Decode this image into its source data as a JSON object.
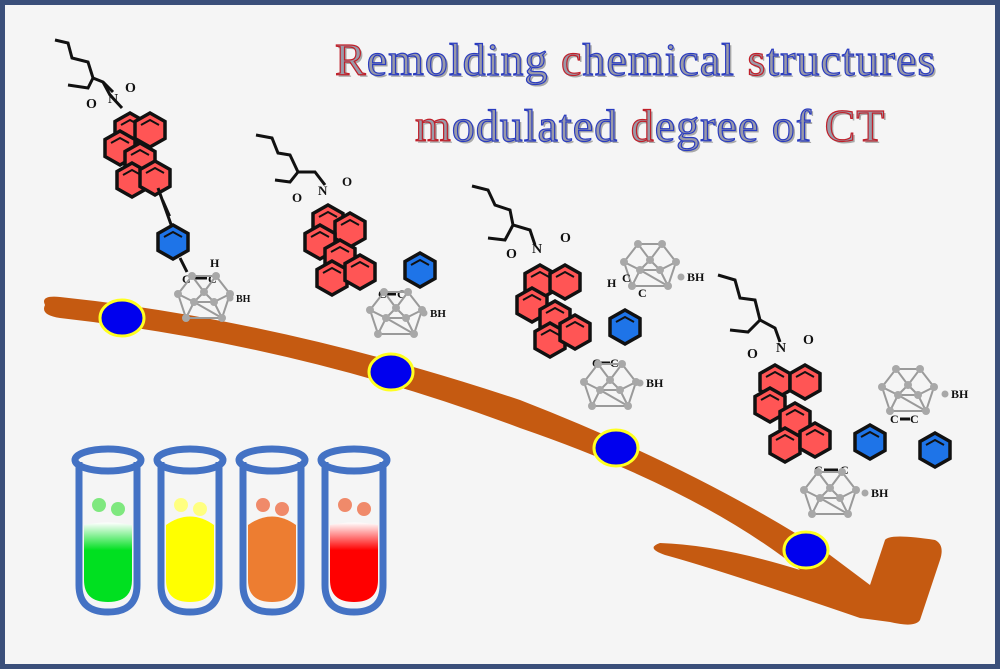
{
  "title": {
    "line1": [
      "R",
      "emolding ",
      "c",
      "hemical ",
      "s",
      "tructures"
    ],
    "line2": [
      "m",
      "odulated ",
      "d",
      "egree of ",
      "CT"
    ]
  },
  "molecules": [
    {
      "name": "molecule-1",
      "labels": {
        "n": "N",
        "o1": "O",
        "o2": "O",
        "c1": "C",
        "c2": "C",
        "h": "H",
        "bh": "BH"
      }
    },
    {
      "name": "molecule-2",
      "labels": {
        "n": "N",
        "o1": "O",
        "o2": "O",
        "c1": "C",
        "c2": "C",
        "bh": "BH"
      }
    },
    {
      "name": "molecule-3",
      "labels": {
        "n": "N",
        "o1": "O",
        "o2": "O",
        "c1": "C",
        "c2": "C",
        "c3": "C",
        "c4": "C",
        "h": "H",
        "bh1": "BH",
        "bh2": "BH"
      }
    },
    {
      "name": "molecule-4",
      "labels": {
        "n": "N",
        "o1": "O",
        "o2": "O",
        "c1": "C",
        "c2": "C",
        "c3": "C",
        "c4": "C",
        "bh1": "BH",
        "bh2": "BH"
      }
    }
  ],
  "tubes": [
    {
      "name": "green",
      "color": "#00e020",
      "drops": "#7fe87f"
    },
    {
      "name": "yellow",
      "color": "#ffff00",
      "drops": "#ffff80"
    },
    {
      "name": "orange",
      "color": "#ed7d31",
      "drops": "#f08a6a"
    },
    {
      "name": "red",
      "color": "#ff0000",
      "drops": "#f08a6a"
    }
  ],
  "colors": {
    "arrow": "#c55a11",
    "marker_fill": "#0000ee",
    "marker_ring": "#ffff20",
    "perylene": "#ff5555",
    "phenyl": "#1e74e8",
    "carborane": "#a8a8a8",
    "frame": "#3a4f7a"
  }
}
